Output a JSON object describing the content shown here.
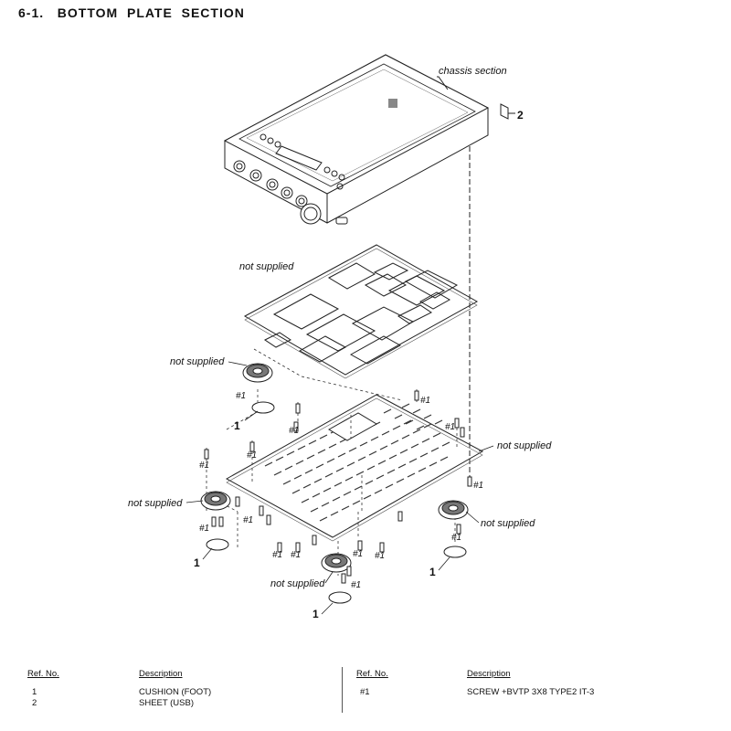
{
  "title": "6-1.   BOTTOM  PLATE  SECTION",
  "labels": {
    "chassis": "chassis section",
    "not_supplied": "not supplied",
    "screw": "#1",
    "ref1": "1",
    "ref2": "2"
  },
  "parts_table": {
    "headers": {
      "ref": "Ref. No.",
      "desc": "Description"
    },
    "left_rows": [
      {
        "ref": "1",
        "desc": "CUSHION (FOOT)"
      },
      {
        "ref": "2",
        "desc": "SHEET (USB)"
      }
    ],
    "right_rows": [
      {
        "ref": "#1",
        "desc": "SCREW +BVTP 3X8 TYPE2 IT-3"
      }
    ]
  }
}
